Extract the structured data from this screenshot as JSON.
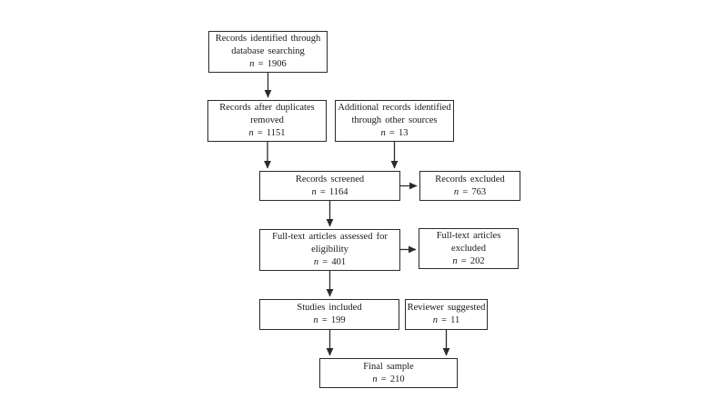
{
  "diagram": {
    "type": "flowchart",
    "colors": {
      "background": "#ffffff",
      "box_fill": "#ffffff",
      "box_border": "#2b2b2b",
      "text": "#1a1a1a",
      "arrow": "#2b2b2b"
    },
    "boxes": [
      {
        "id": "records-identified",
        "lines": [
          "Records identified through",
          "database searching"
        ],
        "count": "n = 1906"
      },
      {
        "id": "records-after-dupes",
        "lines": [
          "Records after duplicates",
          "removed"
        ],
        "count": "n = 1151"
      },
      {
        "id": "additional-records",
        "lines": [
          "Additional records identified",
          "through other sources"
        ],
        "count": "n = 13"
      },
      {
        "id": "records-screened",
        "lines": [
          "Records screened"
        ],
        "count": "n = 1164"
      },
      {
        "id": "records-excluded",
        "lines": [
          "Records excluded"
        ],
        "count": "n = 763"
      },
      {
        "id": "fulltext-assessed",
        "lines": [
          "Full-text articles assessed for",
          "eligibility"
        ],
        "count": "n = 401"
      },
      {
        "id": "fulltext-excluded",
        "lines": [
          "Full-text articles",
          "excluded"
        ],
        "count": "n = 202"
      },
      {
        "id": "studies-included",
        "lines": [
          "Studies included"
        ],
        "count": "n = 199"
      },
      {
        "id": "reviewer-suggested",
        "lines": [
          "Reviewer suggested"
        ],
        "count": "n = 11"
      },
      {
        "id": "final-sample",
        "lines": [
          "Final sample"
        ],
        "count": "n = 210"
      }
    ],
    "edges": [
      {
        "from": "records-identified",
        "to": "records-after-dupes"
      },
      {
        "from": "records-after-dupes",
        "to": "records-screened"
      },
      {
        "from": "additional-records",
        "to": "records-screened"
      },
      {
        "from": "records-screened",
        "to": "records-excluded"
      },
      {
        "from": "records-screened",
        "to": "fulltext-assessed"
      },
      {
        "from": "fulltext-assessed",
        "to": "fulltext-excluded"
      },
      {
        "from": "fulltext-assessed",
        "to": "studies-included"
      },
      {
        "from": "studies-included",
        "to": "final-sample"
      },
      {
        "from": "reviewer-suggested",
        "to": "final-sample"
      }
    ]
  }
}
